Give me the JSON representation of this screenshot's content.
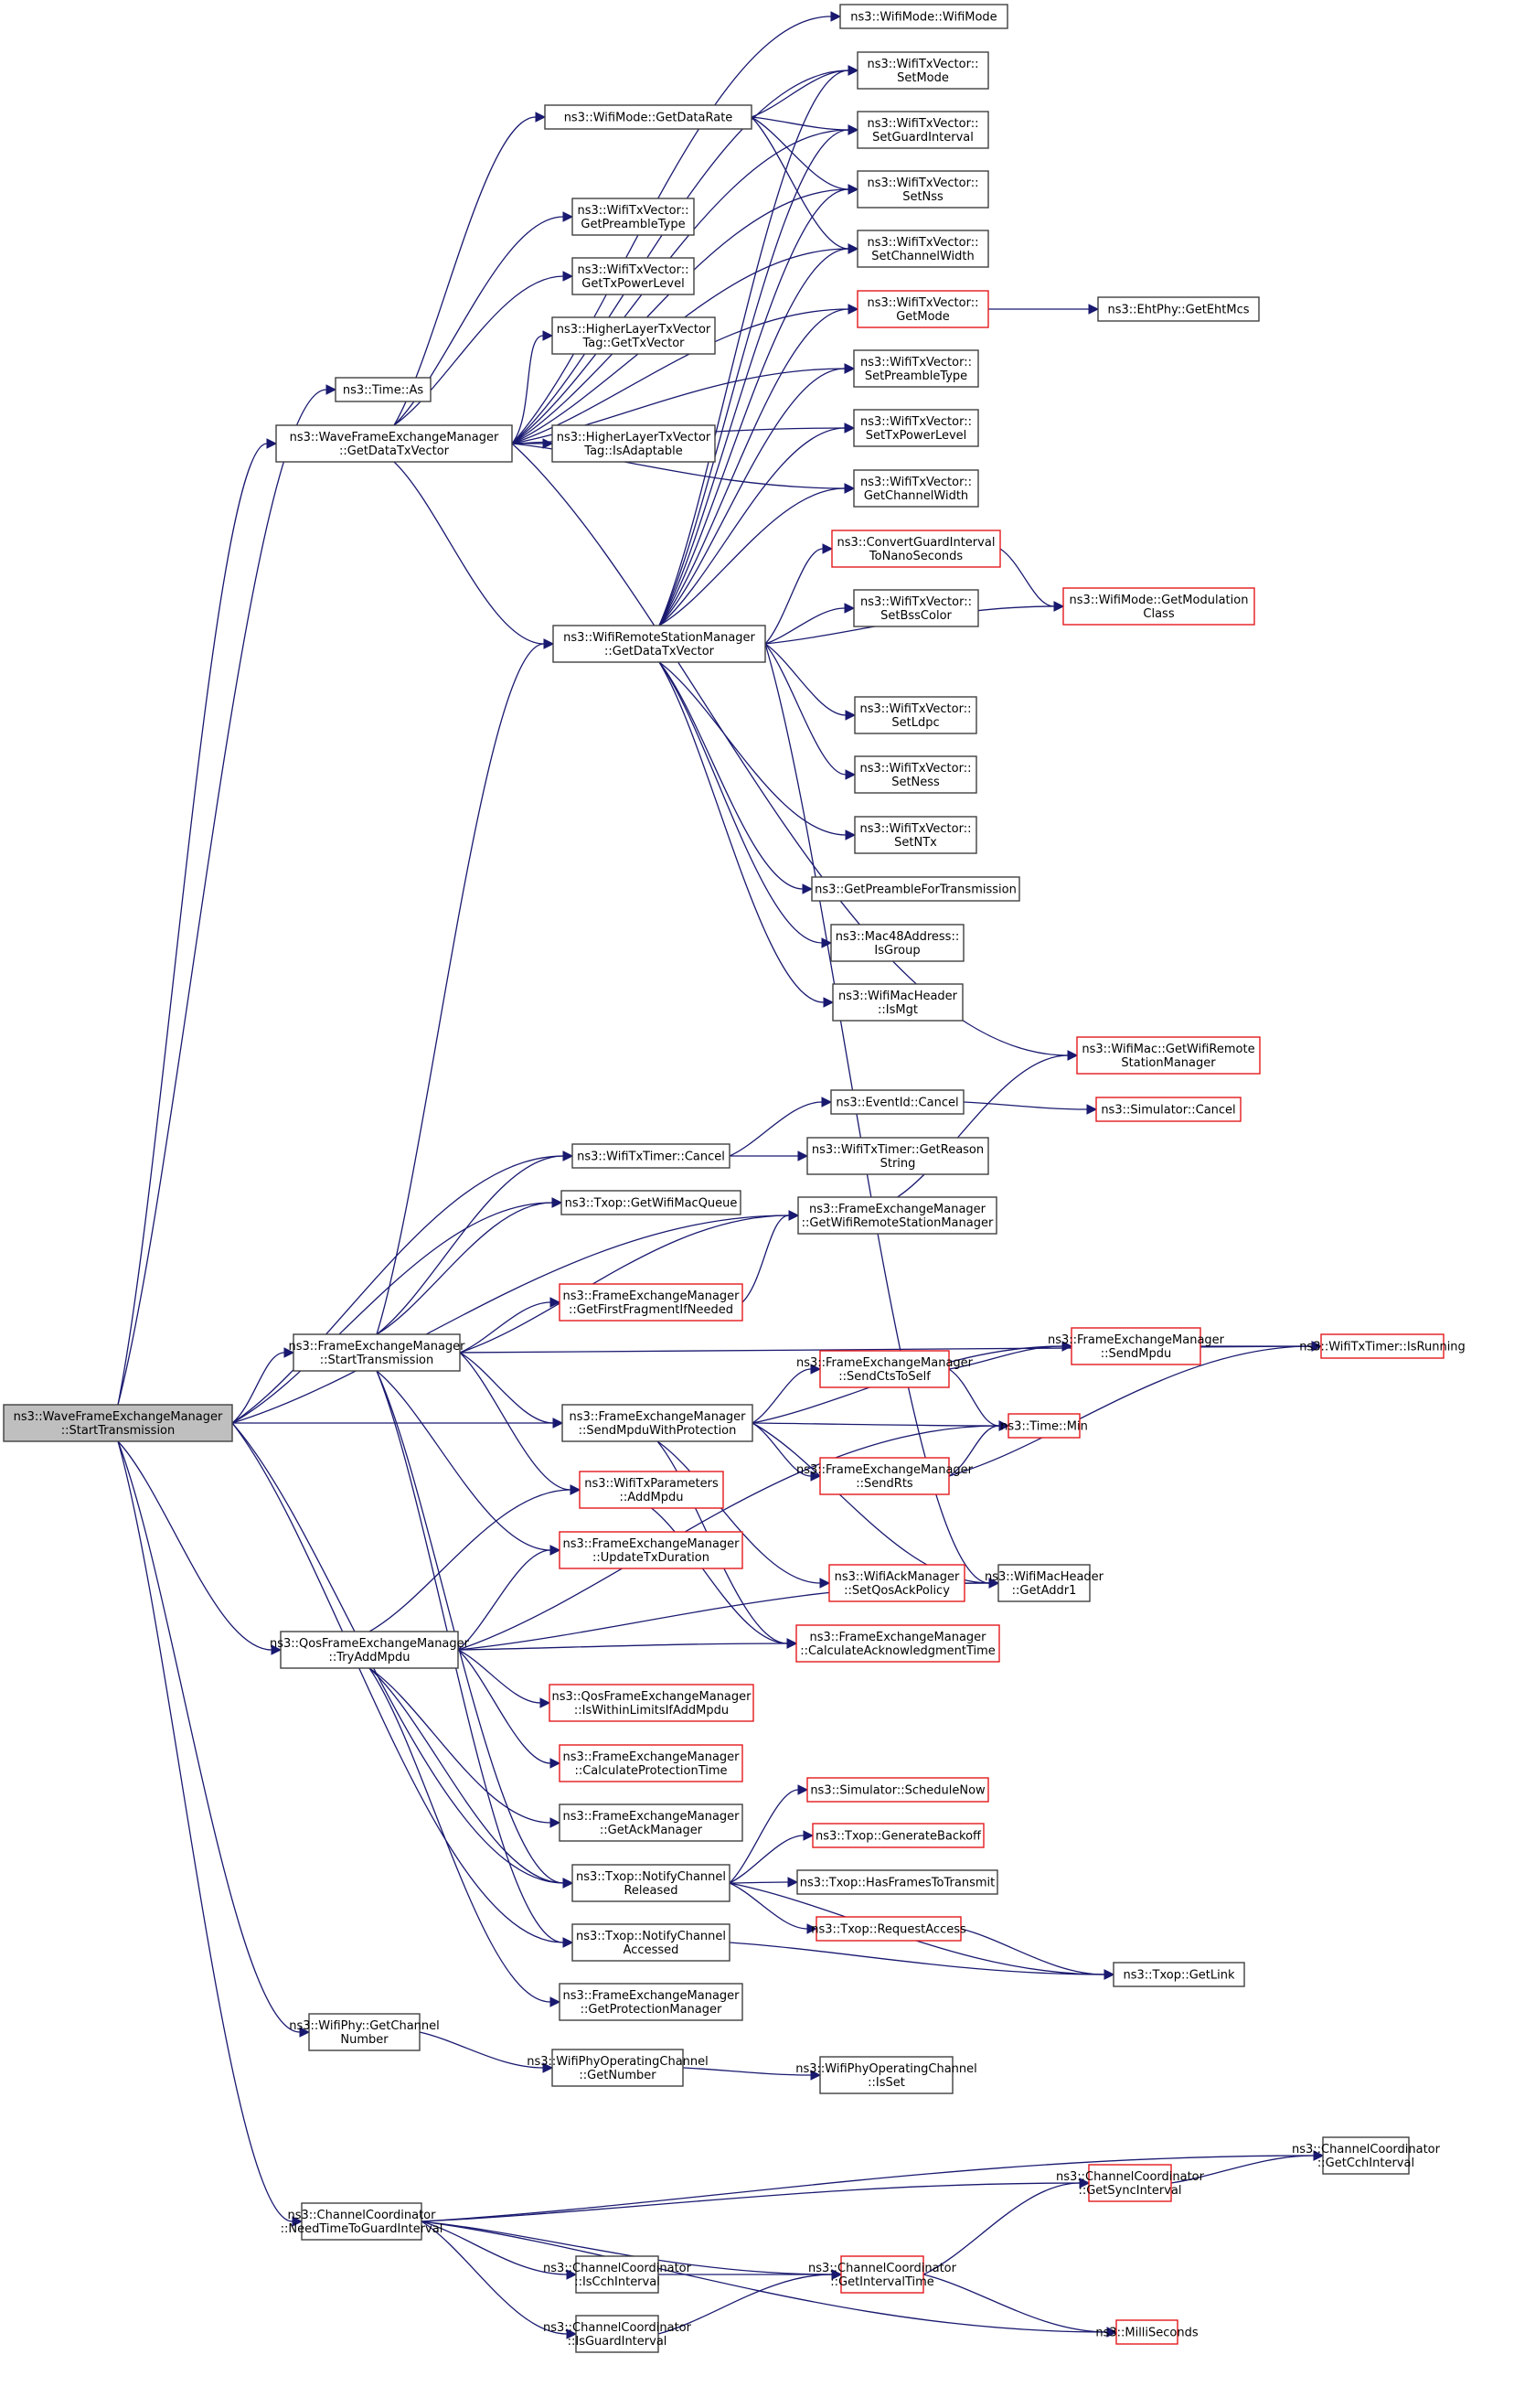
{
  "title": "ns3::WaveFrameExchangeManager::StartTransmission call graph",
  "colors": {
    "edge": "#191970",
    "red_border": "#e31a1c",
    "node_border": "#404040",
    "root_fill": "#bfbfbf"
  },
  "legend_note": "red-bordered nodes are truncated (have further undisplayed callees)",
  "nodes": [
    {
      "id": "root",
      "lines": [
        "ns3::WaveFrameExchangeManager",
        "::StartTransmission"
      ],
      "style": "root"
    },
    {
      "id": "timeAs",
      "lines": [
        "ns3::Time::As"
      ],
      "style": "normal"
    },
    {
      "id": "waveGetDTV",
      "lines": [
        "ns3::WaveFrameExchangeManager",
        "::GetDataTxVector"
      ],
      "style": "normal"
    },
    {
      "id": "wmGetDataRate",
      "lines": [
        "ns3::WifiMode::GetDataRate"
      ],
      "style": "normal"
    },
    {
      "id": "wmWifiMode",
      "lines": [
        "ns3::WifiMode::WifiMode"
      ],
      "style": "normal"
    },
    {
      "id": "setMode",
      "lines": [
        "ns3::WifiTxVector::",
        "SetMode"
      ],
      "style": "normal"
    },
    {
      "id": "setGI",
      "lines": [
        "ns3::WifiTxVector::",
        "SetGuardInterval"
      ],
      "style": "normal"
    },
    {
      "id": "setNss",
      "lines": [
        "ns3::WifiTxVector::",
        "SetNss"
      ],
      "style": "normal"
    },
    {
      "id": "setCW",
      "lines": [
        "ns3::WifiTxVector::",
        "SetChannelWidth"
      ],
      "style": "normal"
    },
    {
      "id": "getMode",
      "lines": [
        "ns3::WifiTxVector::",
        "GetMode"
      ],
      "style": "red"
    },
    {
      "id": "ehtMcs",
      "lines": [
        "ns3::EhtPhy::GetEhtMcs"
      ],
      "style": "normal"
    },
    {
      "id": "getPreamble",
      "lines": [
        "ns3::WifiTxVector::",
        "GetPreambleType"
      ],
      "style": "normal"
    },
    {
      "id": "getTxPower",
      "lines": [
        "ns3::WifiTxVector::",
        "GetTxPowerLevel"
      ],
      "style": "normal"
    },
    {
      "id": "hlGetTxVector",
      "lines": [
        "ns3::HigherLayerTxVector",
        "Tag::GetTxVector"
      ],
      "style": "normal"
    },
    {
      "id": "hlIsAdaptable",
      "lines": [
        "ns3::HigherLayerTxVector",
        "Tag::IsAdaptable"
      ],
      "style": "normal"
    },
    {
      "id": "setPreamble",
      "lines": [
        "ns3::WifiTxVector::",
        "SetPreambleType"
      ],
      "style": "normal"
    },
    {
      "id": "setTxPower",
      "lines": [
        "ns3::WifiTxVector::",
        "SetTxPowerLevel"
      ],
      "style": "normal"
    },
    {
      "id": "getCW",
      "lines": [
        "ns3::WifiTxVector::",
        "GetChannelWidth"
      ],
      "style": "normal"
    },
    {
      "id": "convGI",
      "lines": [
        "ns3::ConvertGuardInterval",
        "ToNanoSeconds"
      ],
      "style": "red"
    },
    {
      "id": "getModClass",
      "lines": [
        "ns3::WifiMode::GetModulation",
        "Class"
      ],
      "style": "red"
    },
    {
      "id": "setBss",
      "lines": [
        "ns3::WifiTxVector::",
        "SetBssColor"
      ],
      "style": "normal"
    },
    {
      "id": "wrsmGetDTV",
      "lines": [
        "ns3::WifiRemoteStationManager",
        "::GetDataTxVector"
      ],
      "style": "normal"
    },
    {
      "id": "setLdpc",
      "lines": [
        "ns3::WifiTxVector::",
        "SetLdpc"
      ],
      "style": "normal"
    },
    {
      "id": "setNess",
      "lines": [
        "ns3::WifiTxVector::",
        "SetNess"
      ],
      "style": "normal"
    },
    {
      "id": "setNTx",
      "lines": [
        "ns3::WifiTxVector::",
        "SetNTx"
      ],
      "style": "normal"
    },
    {
      "id": "getPreambleTx",
      "lines": [
        "ns3::GetPreambleForTransmission"
      ],
      "style": "normal"
    },
    {
      "id": "macIsGroup",
      "lines": [
        "ns3::Mac48Address::",
        "IsGroup"
      ],
      "style": "normal"
    },
    {
      "id": "isMgt",
      "lines": [
        "ns3::WifiMacHeader",
        "::IsMgt"
      ],
      "style": "normal"
    },
    {
      "id": "macGetWRSM",
      "lines": [
        "ns3::WifiMac::GetWifiRemote",
        "StationManager"
      ],
      "style": "red"
    },
    {
      "id": "eventCancel",
      "lines": [
        "ns3::EventId::Cancel"
      ],
      "style": "normal"
    },
    {
      "id": "simCancel",
      "lines": [
        "ns3::Simulator::Cancel"
      ],
      "style": "red"
    },
    {
      "id": "timerCancel",
      "lines": [
        "ns3::WifiTxTimer::Cancel"
      ],
      "style": "normal"
    },
    {
      "id": "getReason",
      "lines": [
        "ns3::WifiTxTimer::GetReason",
        "String"
      ],
      "style": "normal"
    },
    {
      "id": "getMacQueue",
      "lines": [
        "ns3::Txop::GetWifiMacQueue"
      ],
      "style": "normal"
    },
    {
      "id": "femGetWRSM",
      "lines": [
        "ns3::FrameExchangeManager",
        "::GetWifiRemoteStationManager"
      ],
      "style": "normal"
    },
    {
      "id": "getFirstFrag",
      "lines": [
        "ns3::FrameExchangeManager",
        "::GetFirstFragmentIfNeeded"
      ],
      "style": "red"
    },
    {
      "id": "femStartTx",
      "lines": [
        "ns3::FrameExchangeManager",
        "::StartTransmission"
      ],
      "style": "normal"
    },
    {
      "id": "sendMpdu",
      "lines": [
        "ns3::FrameExchangeManager",
        "::SendMpdu"
      ],
      "style": "red"
    },
    {
      "id": "isRunning",
      "lines": [
        "ns3::WifiTxTimer::IsRunning"
      ],
      "style": "red"
    },
    {
      "id": "sendCts",
      "lines": [
        "ns3::FrameExchangeManager",
        "::SendCtsToSelf"
      ],
      "style": "red"
    },
    {
      "id": "sendMpduProt",
      "lines": [
        "ns3::FrameExchangeManager",
        "::SendMpduWithProtection"
      ],
      "style": "normal"
    },
    {
      "id": "timeMin",
      "lines": [
        "ns3::Time::Min"
      ],
      "style": "red"
    },
    {
      "id": "sendRts",
      "lines": [
        "ns3::FrameExchangeManager",
        "::SendRts"
      ],
      "style": "red"
    },
    {
      "id": "addMpdu",
      "lines": [
        "ns3::WifiTxParameters",
        "::AddMpdu"
      ],
      "style": "red"
    },
    {
      "id": "updateTxDur",
      "lines": [
        "ns3::FrameExchangeManager",
        "::UpdateTxDuration"
      ],
      "style": "red"
    },
    {
      "id": "setQosAck",
      "lines": [
        "ns3::WifiAckManager",
        "::SetQosAckPolicy"
      ],
      "style": "red"
    },
    {
      "id": "getAddr1",
      "lines": [
        "ns3::WifiMacHeader",
        "::GetAddr1"
      ],
      "style": "normal"
    },
    {
      "id": "calcAckTime",
      "lines": [
        "ns3::FrameExchangeManager",
        "::CalculateAcknowledgmentTime"
      ],
      "style": "red"
    },
    {
      "id": "tryAddMpdu",
      "lines": [
        "ns3::QosFrameExchangeManager",
        "::TryAddMpdu"
      ],
      "style": "normal"
    },
    {
      "id": "isWithinLimits",
      "lines": [
        "ns3::QosFrameExchangeManager",
        "::IsWithinLimitsIfAddMpdu"
      ],
      "style": "red"
    },
    {
      "id": "calcProtTime",
      "lines": [
        "ns3::FrameExchangeManager",
        "::CalculateProtectionTime"
      ],
      "style": "red"
    },
    {
      "id": "getAckMgr",
      "lines": [
        "ns3::FrameExchangeManager",
        "::GetAckManager"
      ],
      "style": "normal"
    },
    {
      "id": "schedNow",
      "lines": [
        "ns3::Simulator::ScheduleNow"
      ],
      "style": "red"
    },
    {
      "id": "genBackoff",
      "lines": [
        "ns3::Txop::GenerateBackoff"
      ],
      "style": "red"
    },
    {
      "id": "notifyReleased",
      "lines": [
        "ns3::Txop::NotifyChannel",
        "Released"
      ],
      "style": "normal"
    },
    {
      "id": "hasFrames",
      "lines": [
        "ns3::Txop::HasFramesToTransmit"
      ],
      "style": "normal"
    },
    {
      "id": "reqAccess",
      "lines": [
        "ns3::Txop::RequestAccess"
      ],
      "style": "red"
    },
    {
      "id": "notifyAccessed",
      "lines": [
        "ns3::Txop::NotifyChannel",
        "Accessed"
      ],
      "style": "normal"
    },
    {
      "id": "getLink",
      "lines": [
        "ns3::Txop::GetLink"
      ],
      "style": "normal"
    },
    {
      "id": "getProtMgr",
      "lines": [
        "ns3::FrameExchangeManager",
        "::GetProtectionManager"
      ],
      "style": "normal"
    },
    {
      "id": "phyGetChNum",
      "lines": [
        "ns3::WifiPhy::GetChannel",
        "Number"
      ],
      "style": "normal"
    },
    {
      "id": "opGetNumber",
      "lines": [
        "ns3::WifiPhyOperatingChannel",
        "::GetNumber"
      ],
      "style": "normal"
    },
    {
      "id": "opIsSet",
      "lines": [
        "ns3::WifiPhyOperatingChannel",
        "::IsSet"
      ],
      "style": "normal"
    },
    {
      "id": "getCch",
      "lines": [
        "ns3::ChannelCoordinator",
        "::GetCchInterval"
      ],
      "style": "normal"
    },
    {
      "id": "getSync",
      "lines": [
        "ns3::ChannelCoordinator",
        "::GetSyncInterval"
      ],
      "style": "red"
    },
    {
      "id": "needTime",
      "lines": [
        "ns3::ChannelCoordinator",
        "::NeedTimeToGuardInterval"
      ],
      "style": "normal"
    },
    {
      "id": "isCch",
      "lines": [
        "ns3::ChannelCoordinator",
        "::IsCchInterval"
      ],
      "style": "normal"
    },
    {
      "id": "getIntTime",
      "lines": [
        "ns3::ChannelCoordinator",
        "::GetIntervalTime"
      ],
      "style": "red"
    },
    {
      "id": "isGuard",
      "lines": [
        "ns3::ChannelCoordinator",
        "::IsGuardInterval"
      ],
      "style": "normal"
    },
    {
      "id": "milli",
      "lines": [
        "ns3::MilliSeconds"
      ],
      "style": "red"
    }
  ],
  "edges": [
    [
      "root",
      "timeAs"
    ],
    [
      "root",
      "waveGetDTV"
    ],
    [
      "root",
      "timerCancel"
    ],
    [
      "root",
      "getMacQueue"
    ],
    [
      "root",
      "femGetWRSM"
    ],
    [
      "root",
      "femStartTx"
    ],
    [
      "root",
      "sendMpduProt"
    ],
    [
      "root",
      "tryAddMpdu"
    ],
    [
      "root",
      "notifyReleased"
    ],
    [
      "root",
      "notifyAccessed"
    ],
    [
      "root",
      "phyGetChNum"
    ],
    [
      "root",
      "needTime"
    ],
    [
      "waveGetDTV",
      "wmGetDataRate"
    ],
    [
      "waveGetDTV",
      "wmWifiMode"
    ],
    [
      "waveGetDTV",
      "setMode"
    ],
    [
      "waveGetDTV",
      "getPreamble"
    ],
    [
      "waveGetDTV",
      "getTxPower"
    ],
    [
      "waveGetDTV",
      "hlGetTxVector"
    ],
    [
      "waveGetDTV",
      "hlIsAdaptable"
    ],
    [
      "waveGetDTV",
      "getMode"
    ],
    [
      "waveGetDTV",
      "setPreamble"
    ],
    [
      "waveGetDTV",
      "setTxPower"
    ],
    [
      "waveGetDTV",
      "getCW"
    ],
    [
      "waveGetDTV",
      "wrsmGetDTV"
    ],
    [
      "waveGetDTV",
      "macGetWRSM"
    ],
    [
      "waveGetDTV",
      "setGI"
    ],
    [
      "waveGetDTV",
      "setCW"
    ],
    [
      "waveGetDTV",
      "setNss"
    ],
    [
      "wmGetDataRate",
      "setMode"
    ],
    [
      "wmGetDataRate",
      "setGI"
    ],
    [
      "wmGetDataRate",
      "setNss"
    ],
    [
      "wmGetDataRate",
      "setCW"
    ],
    [
      "getMode",
      "ehtMcs"
    ],
    [
      "wrsmGetDTV",
      "setMode"
    ],
    [
      "wrsmGetDTV",
      "setNss"
    ],
    [
      "wrsmGetDTV",
      "setCW"
    ],
    [
      "wrsmGetDTV",
      "getMode"
    ],
    [
      "wrsmGetDTV",
      "setPreamble"
    ],
    [
      "wrsmGetDTV",
      "setTxPower"
    ],
    [
      "wrsmGetDTV",
      "getCW"
    ],
    [
      "wrsmGetDTV",
      "convGI"
    ],
    [
      "wrsmGetDTV",
      "setBss"
    ],
    [
      "wrsmGetDTV",
      "getModClass"
    ],
    [
      "wrsmGetDTV",
      "setLdpc"
    ],
    [
      "wrsmGetDTV",
      "setNess"
    ],
    [
      "wrsmGetDTV",
      "setNTx"
    ],
    [
      "wrsmGetDTV",
      "getPreambleTx"
    ],
    [
      "wrsmGetDTV",
      "macIsGroup"
    ],
    [
      "wrsmGetDTV",
      "isMgt"
    ],
    [
      "wrsmGetDTV",
      "getAddr1"
    ],
    [
      "wrsmGetDTV",
      "setGI"
    ],
    [
      "convGI",
      "getModClass"
    ],
    [
      "timerCancel",
      "eventCancel"
    ],
    [
      "timerCancel",
      "getReason"
    ],
    [
      "eventCancel",
      "simCancel"
    ],
    [
      "femGetWRSM",
      "macGetWRSM"
    ],
    [
      "getFirstFrag",
      "femGetWRSM"
    ],
    [
      "femStartTx",
      "wrsmGetDTV"
    ],
    [
      "femStartTx",
      "timerCancel"
    ],
    [
      "femStartTx",
      "getMacQueue"
    ],
    [
      "femStartTx",
      "getFirstFrag"
    ],
    [
      "femStartTx",
      "isRunning"
    ],
    [
      "femStartTx",
      "sendMpduProt"
    ],
    [
      "femStartTx",
      "addMpdu"
    ],
    [
      "femStartTx",
      "updateTxDur"
    ],
    [
      "femStartTx",
      "notifyReleased"
    ],
    [
      "femStartTx",
      "notifyAccessed"
    ],
    [
      "femStartTx",
      "femGetWRSM"
    ],
    [
      "sendMpduProt",
      "sendMpdu"
    ],
    [
      "sendMpduProt",
      "sendCts"
    ],
    [
      "sendMpduProt",
      "timeMin"
    ],
    [
      "sendMpduProt",
      "sendRts"
    ],
    [
      "sendMpduProt",
      "setQosAck"
    ],
    [
      "sendMpduProt",
      "calcAckTime"
    ],
    [
      "sendMpduProt",
      "getAddr1"
    ],
    [
      "sendCts",
      "sendMpdu"
    ],
    [
      "sendCts",
      "timeMin"
    ],
    [
      "sendMpdu",
      "isRunning"
    ],
    [
      "sendRts",
      "timeMin"
    ],
    [
      "sendRts",
      "isRunning"
    ],
    [
      "setQosAck",
      "getAddr1"
    ],
    [
      "addMpdu",
      "calcAckTime"
    ],
    [
      "tryAddMpdu",
      "addMpdu"
    ],
    [
      "tryAddMpdu",
      "updateTxDur"
    ],
    [
      "tryAddMpdu",
      "calcAckTime"
    ],
    [
      "tryAddMpdu",
      "getAddr1"
    ],
    [
      "tryAddMpdu",
      "isWithinLimits"
    ],
    [
      "tryAddMpdu",
      "calcProtTime"
    ],
    [
      "tryAddMpdu",
      "getAckMgr"
    ],
    [
      "tryAddMpdu",
      "getProtMgr"
    ],
    [
      "tryAddMpdu",
      "timeMin"
    ],
    [
      "tryAddMpdu",
      "notifyReleased"
    ],
    [
      "notifyReleased",
      "schedNow"
    ],
    [
      "notifyReleased",
      "genBackoff"
    ],
    [
      "notifyReleased",
      "hasFrames"
    ],
    [
      "notifyReleased",
      "reqAccess"
    ],
    [
      "notifyReleased",
      "getLink"
    ],
    [
      "reqAccess",
      "getLink"
    ],
    [
      "notifyAccessed",
      "getLink"
    ],
    [
      "phyGetChNum",
      "opGetNumber"
    ],
    [
      "opGetNumber",
      "opIsSet"
    ],
    [
      "needTime",
      "getCch"
    ],
    [
      "needTime",
      "getSync"
    ],
    [
      "needTime",
      "getIntTime"
    ],
    [
      "needTime",
      "isCch"
    ],
    [
      "needTime",
      "isGuard"
    ],
    [
      "needTime",
      "milli"
    ],
    [
      "getSync",
      "getCch"
    ],
    [
      "isCch",
      "getIntTime"
    ],
    [
      "isGuard",
      "getIntTime"
    ],
    [
      "getIntTime",
      "getSync"
    ],
    [
      "getIntTime",
      "milli"
    ]
  ]
}
